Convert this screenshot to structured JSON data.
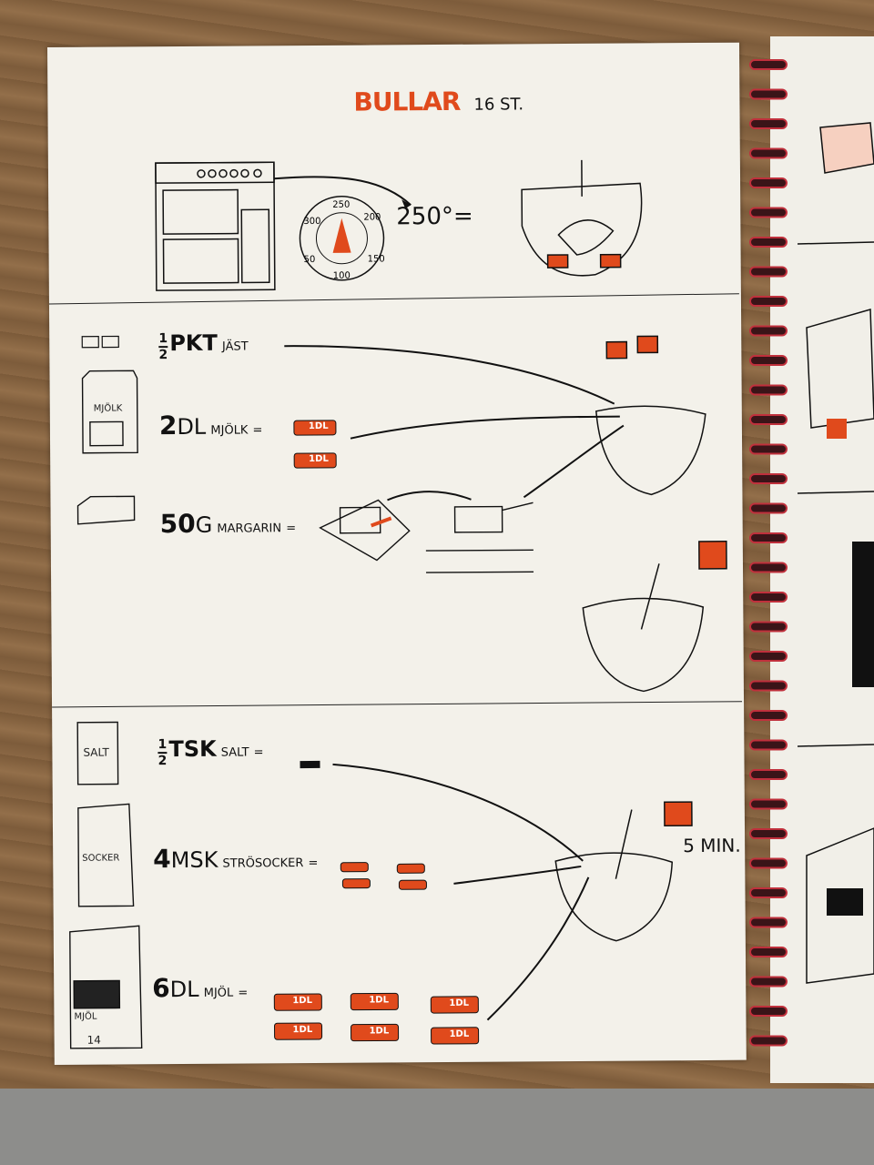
{
  "title": "BULLAR",
  "yield": "16 ST.",
  "oven": {
    "temperature": "250°=",
    "dial_marks": [
      "250",
      "200",
      "150",
      "100",
      "50",
      "300"
    ]
  },
  "ingredients": [
    {
      "fraction_num": "1",
      "fraction_den": "2",
      "unit": "PKT",
      "name": "JÄST",
      "equals": ""
    },
    {
      "qty": "2",
      "unit": "DL",
      "name": "MJÖLK",
      "equals": "="
    },
    {
      "qty": "50",
      "unit": "G",
      "name": "MARGARIN",
      "equals": "="
    },
    {
      "fraction_num": "1",
      "fraction_den": "2",
      "unit": "TSK",
      "name": "SALT",
      "equals": "="
    },
    {
      "qty": "4",
      "unit": "MSK",
      "name": "STRÖSOCKER",
      "equals": "="
    },
    {
      "qty": "6",
      "unit": "DL",
      "name": "MJÖL",
      "equals": "="
    }
  ],
  "package_labels": {
    "milk": "MJÖLK",
    "salt": "SALT",
    "sugar": "SOCKER",
    "flour": "MJÖL",
    "flour_number": "14"
  },
  "measure_label": "1DL",
  "knead_time": "5 MIN.",
  "colors": {
    "accent": "#e04a1c",
    "ink": "#111111",
    "paper": "#f3f1ea"
  }
}
